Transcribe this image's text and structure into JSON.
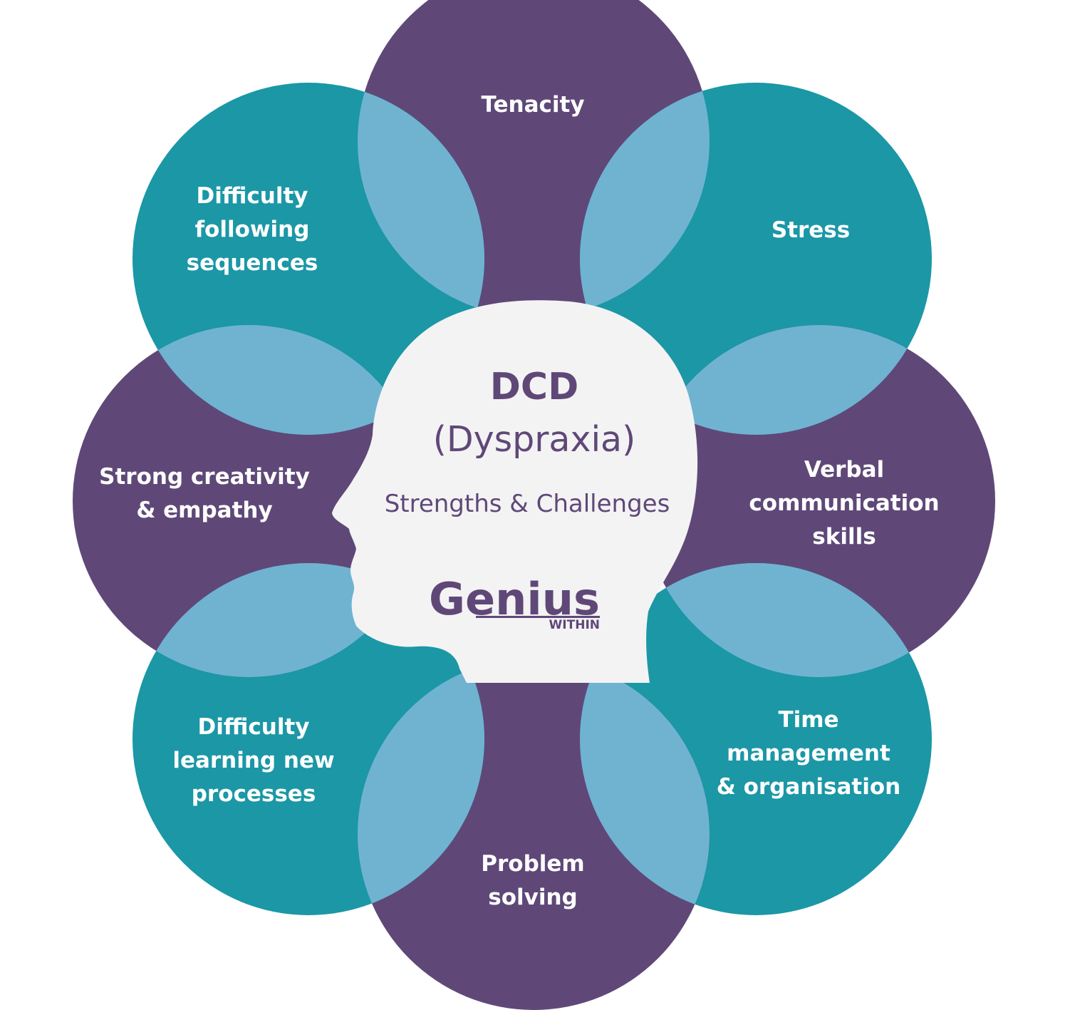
{
  "colors": {
    "purple": "#5f4878",
    "teal": "#1b97a6",
    "overlap": "#70b3d1",
    "head": "#f3f3f3",
    "title": "#5f4878",
    "logo_dark": "#5f4878"
  },
  "head": {
    "title": "DCD",
    "subtitle": "(Dyspraxia)",
    "tagline": "Strengths & Challenges"
  },
  "logo": {
    "main": "Genius",
    "sub": "WITHIN"
  },
  "petals": [
    {
      "id": "tenacity",
      "color": "purple",
      "lines": [
        "Tenacity"
      ]
    },
    {
      "id": "stress",
      "color": "teal",
      "lines": [
        "Stress"
      ]
    },
    {
      "id": "verbal-communication",
      "color": "purple",
      "lines": [
        "Verbal",
        "communication",
        "skills"
      ]
    },
    {
      "id": "time-management",
      "color": "teal",
      "lines": [
        "Time",
        "management",
        "& organisation"
      ]
    },
    {
      "id": "problem-solving",
      "color": "purple",
      "lines": [
        "Problem",
        "solving"
      ]
    },
    {
      "id": "learning-processes",
      "color": "teal",
      "lines": [
        "Difficulty",
        "learning new",
        "processes"
      ]
    },
    {
      "id": "creativity-empathy",
      "color": "purple",
      "lines": [
        "Strong creativity",
        "& empathy"
      ]
    },
    {
      "id": "following-sequences",
      "color": "teal",
      "lines": [
        "Difficulty",
        "following",
        "sequences"
      ]
    }
  ]
}
